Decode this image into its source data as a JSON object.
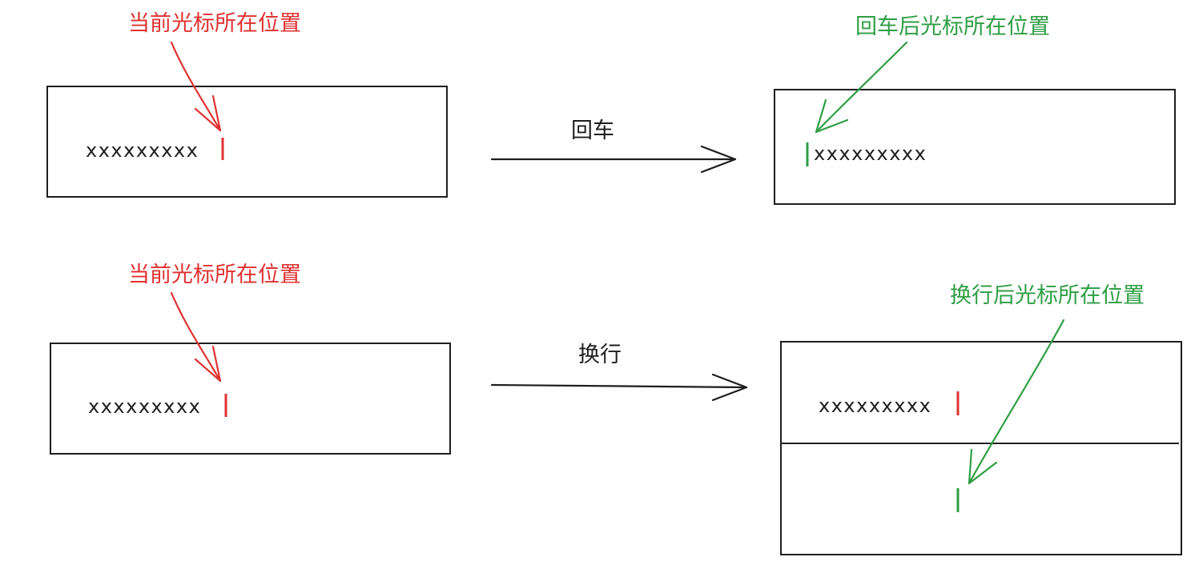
{
  "colors": {
    "current": "#e03131",
    "after": "#2f9e44",
    "stroke": "#1e1e1e"
  },
  "top_row": {
    "before_label": "当前光标所在位置",
    "before_text": "xxxxxxxxx",
    "action_label": "回车",
    "after_label": "回车后光标所在位置",
    "after_text": "xxxxxxxxx"
  },
  "bottom_row": {
    "before_label": "当前光标所在位置",
    "before_text": "xxxxxxxxx",
    "action_label": "换行",
    "after_label": "换行后光标所在位置",
    "after_text": "xxxxxxxxx"
  }
}
